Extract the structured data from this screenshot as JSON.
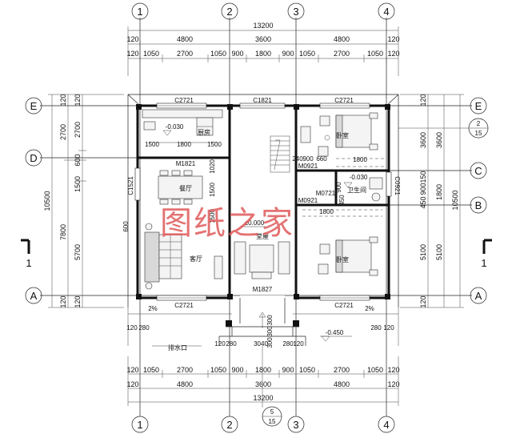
{
  "axes_columns": [
    "1",
    "2",
    "3",
    "4"
  ],
  "axes_rows": [
    "E",
    "D",
    "C",
    "B",
    "A"
  ],
  "dimensions": {
    "total_width": "13200",
    "edge": "120",
    "top_row1": [
      "4800",
      "3600",
      "4800"
    ],
    "top_row2": [
      "1050",
      "2700",
      "1050",
      "900",
      "1800",
      "900",
      "1050",
      "2700",
      "1050"
    ],
    "bottom_row1": [
      "1050",
      "2700",
      "1050",
      "900",
      "1800",
      "900",
      "1050",
      "2700",
      "1050"
    ],
    "bottom_row2": [
      "4800",
      "3600",
      "4800"
    ],
    "left_outer": "10500",
    "left_mid": [
      "2700",
      "7800"
    ],
    "left_inner": [
      "2700",
      "600",
      "1500",
      "5700"
    ],
    "right_outer": "10500",
    "right_mid": [
      "3600",
      "5100"
    ],
    "right_inner": [
      "3600",
      "150",
      "900",
      "1800",
      "450",
      "5100"
    ]
  },
  "windows": {
    "top_left": "C2721",
    "top_center": "C1821",
    "top_right": "C2721",
    "bottom_left": "C2721",
    "bottom_right": "C2721",
    "left_side": "C1521",
    "right_side": "C0921"
  },
  "doors": {
    "dining": "M1821",
    "bedroom_top": "M0921",
    "bathroom": "M0721",
    "bedroom_bottom": "M0921",
    "main": "M1827"
  },
  "rooms": {
    "kitchen": "厨房",
    "dining": "餐厅",
    "living": "客厅",
    "hall": "堂屋",
    "bedroom_top": "卧室",
    "bedroom_bottom": "卧室",
    "bathroom": "卫生间"
  },
  "levels": {
    "kitchen": "-0.030",
    "bathroom": "-0.030",
    "hall": "±0.000",
    "outside": "-0.450"
  },
  "small_dims": {
    "kitchen": [
      "1500",
      "1800",
      "1500"
    ],
    "kitchen_side": "1020",
    "dining_side": "1500",
    "living_side": "600",
    "living_side2": "1500",
    "stair": [
      "240",
      "900",
      "660"
    ],
    "bedroom_top_wardrobe": "1800",
    "bathroom_w": "900",
    "bathroom_gap": "450",
    "bedroom_bottom_top": "1800",
    "entry": [
      "120",
      "280",
      "3040",
      "280",
      "120"
    ],
    "entry_side": [
      "120",
      "280"
    ],
    "entry_side_r": [
      "280",
      "120"
    ],
    "porch_v": [
      "300",
      "300",
      "300"
    ],
    "slope": "2%",
    "drain": "排水口"
  },
  "section_marks": {
    "left": "1",
    "right": "1",
    "detail_e_num": "2",
    "detail_e_den": "15",
    "detail_bottom_num": "5",
    "detail_bottom_den": "15"
  },
  "watermark": "图纸之家"
}
